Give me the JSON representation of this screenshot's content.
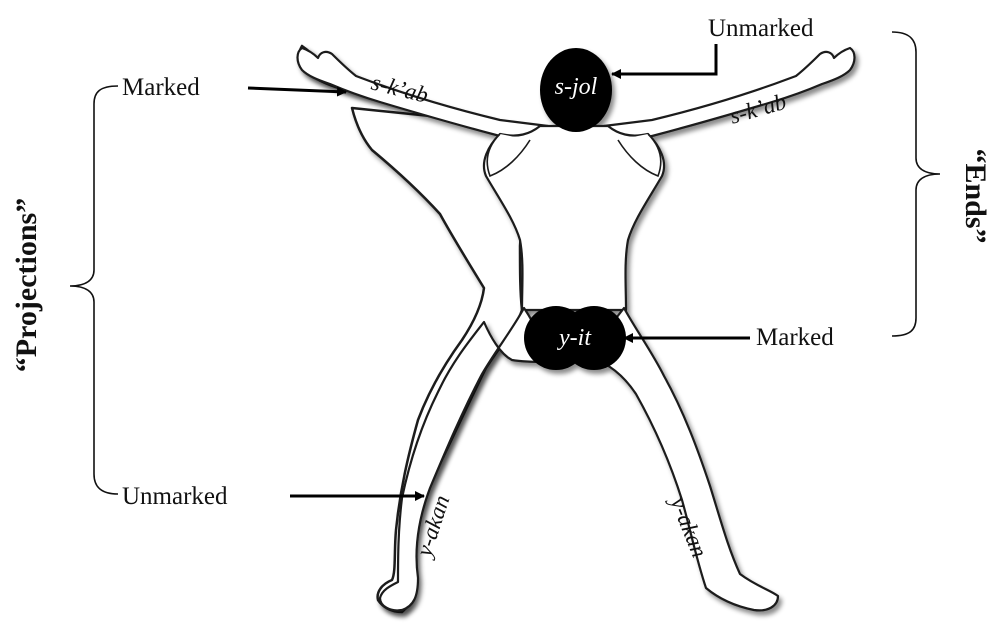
{
  "groups": {
    "left": "“Projections”",
    "right": "“Ends”"
  },
  "markers": {
    "marked_top_left": "Marked",
    "unmarked_top_right": "Unmarked",
    "marked_right": "Marked",
    "unmarked_bottom_left": "Unmarked"
  },
  "terms": {
    "head": "s-jol",
    "left_arm": "s-k’ab",
    "right_arm": "s-k’ab",
    "buttocks": "y-it",
    "left_leg": "y-akan",
    "right_leg": "y-akan"
  },
  "colors": {
    "outline": "#1a1a1a",
    "fill_dark": "#000000",
    "body_fill": "#ffffff"
  }
}
